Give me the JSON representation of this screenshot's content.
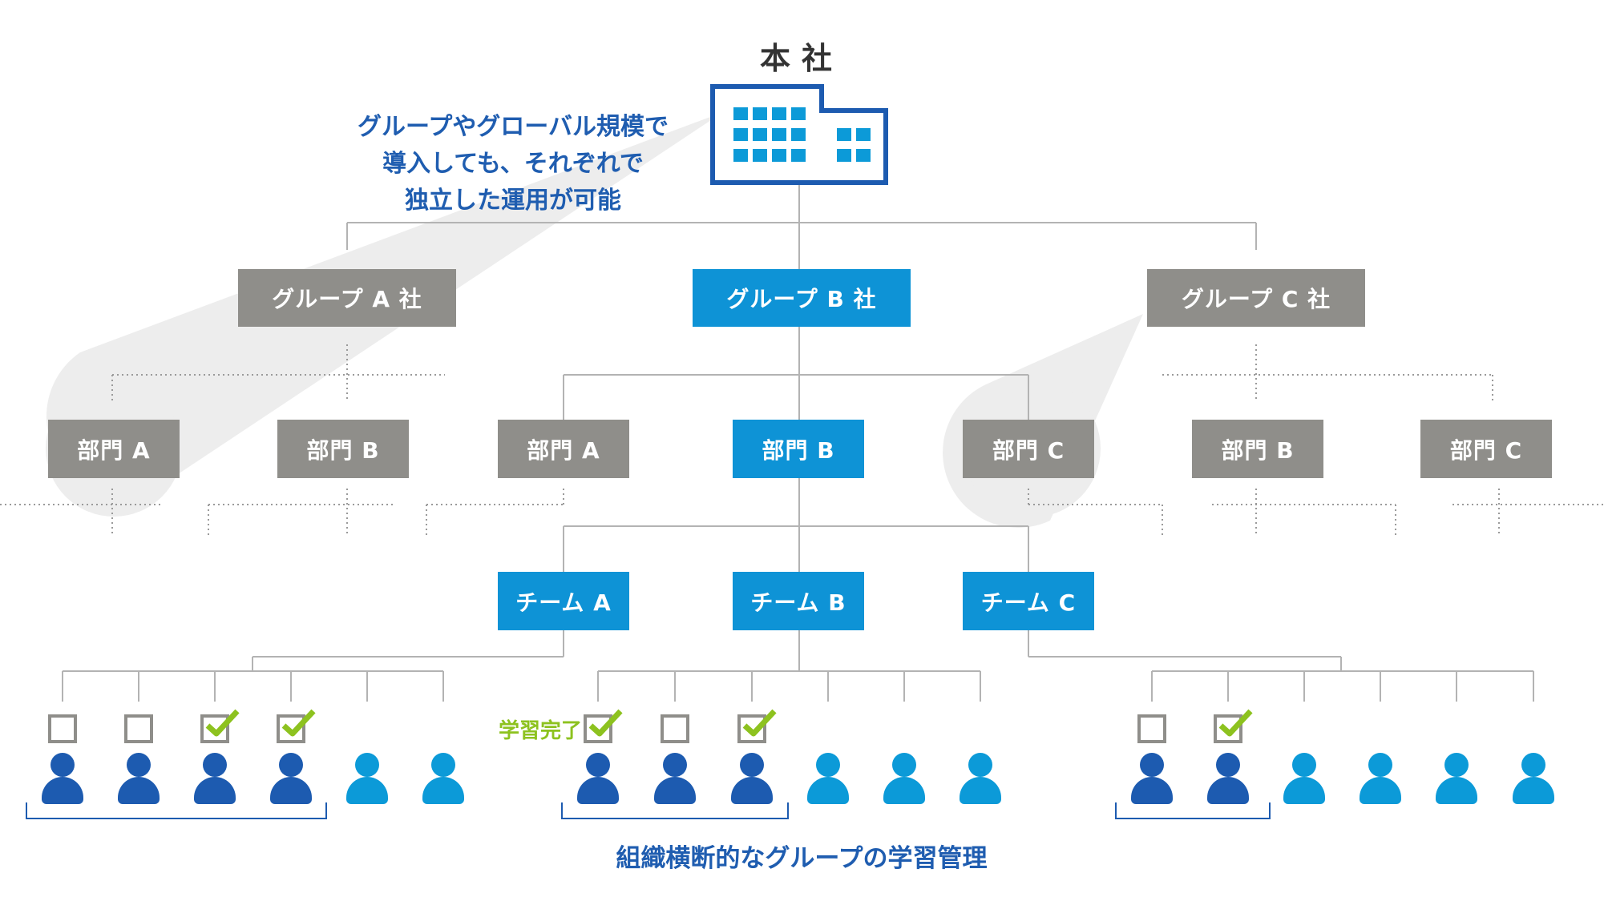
{
  "headquarters": {
    "title": "本社"
  },
  "bubble": {
    "lines": [
      "グループやグローバル規模で",
      "導入しても、それぞれで",
      "独立した運用が可能"
    ]
  },
  "groups": {
    "a": "グループ A 社",
    "b": "グループ B 社",
    "c": "グループ C 社"
  },
  "departments": {
    "group_a_dept_a": "部門 A",
    "group_a_dept_b": "部門 B",
    "group_b_dept_a": "部門 A",
    "group_b_dept_b": "部門 B",
    "group_b_dept_c": "部門 C",
    "group_c_dept_b": "部門 B",
    "group_c_dept_c": "部門 C"
  },
  "teams": {
    "a": "チーム A",
    "b": "チーム B",
    "c": "チーム C"
  },
  "learned_label": "学習完了",
  "caption": "組織横断的なグループの学習管理",
  "colors": {
    "gray_box": "#8f8e8a",
    "blue_box": "#0e93d6",
    "text_blue": "#1f5db0",
    "person_dark": "#1d5bb0",
    "person_light": "#0c9ad8",
    "check_green": "#8dc21f"
  },
  "members": {
    "team_a": [
      {
        "role": "member",
        "status": "not-completed"
      },
      {
        "role": "member",
        "status": "not-completed"
      },
      {
        "role": "member",
        "status": "completed"
      },
      {
        "role": "member",
        "status": "completed"
      },
      {
        "role": "other",
        "status": "none"
      },
      {
        "role": "other",
        "status": "none"
      }
    ],
    "team_b": [
      {
        "role": "member",
        "status": "completed"
      },
      {
        "role": "member",
        "status": "not-completed"
      },
      {
        "role": "member",
        "status": "completed"
      },
      {
        "role": "other",
        "status": "none"
      },
      {
        "role": "other",
        "status": "none"
      },
      {
        "role": "other",
        "status": "none"
      }
    ],
    "team_c": [
      {
        "role": "member",
        "status": "not-completed"
      },
      {
        "role": "member",
        "status": "completed"
      },
      {
        "role": "other",
        "status": "none"
      },
      {
        "role": "other",
        "status": "none"
      },
      {
        "role": "other",
        "status": "none"
      },
      {
        "role": "other",
        "status": "none"
      }
    ]
  }
}
